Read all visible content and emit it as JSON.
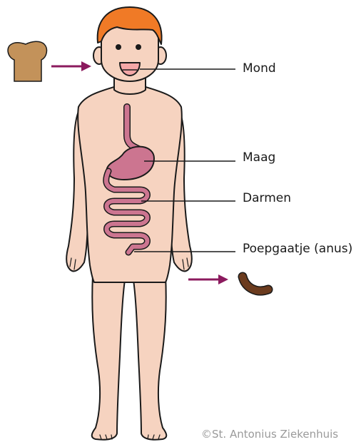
{
  "labels": {
    "mouth": "Mond",
    "stomach": "Maag",
    "intestines": "Darmen",
    "anus": "Poepgaatje (anus)"
  },
  "credit": "©St. Antonius Ziekenhuis",
  "colors": {
    "skin": "#f6d3c0",
    "outline": "#1a1a1a",
    "hair": "#f07a26",
    "digestive_tract": "#cc7590",
    "arrow": "#8b1a5e",
    "bread": "#c3925a",
    "stool": "#6b3b1e",
    "leader_line": "#1a1a1a",
    "credit_text": "#9a9a9a"
  },
  "icons": [
    "bread-icon",
    "arrow-in-icon",
    "arrow-out-icon",
    "stool-icon"
  ]
}
